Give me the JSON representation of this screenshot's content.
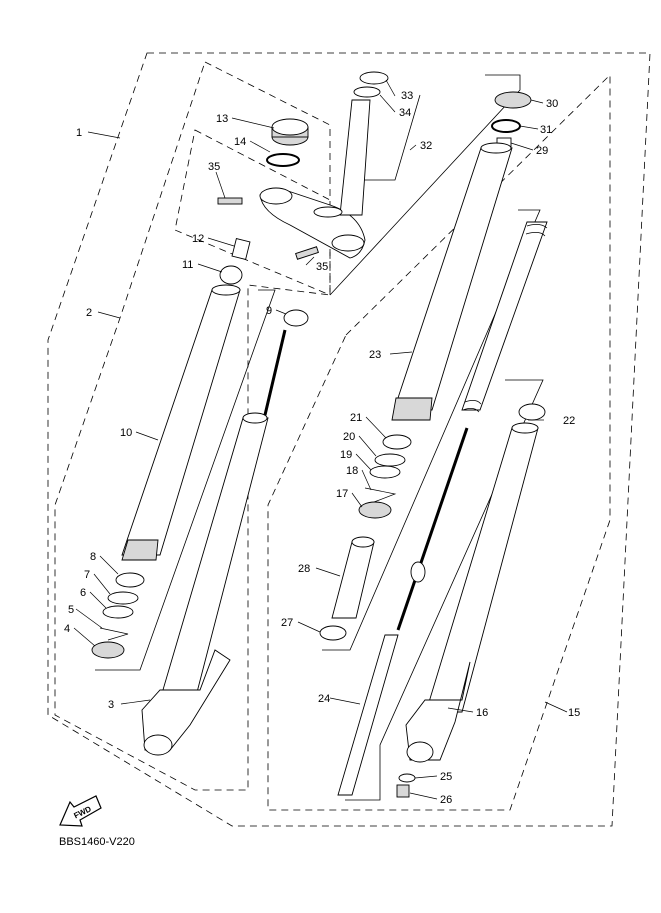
{
  "diagram": {
    "code": "BBS1460-V220",
    "fwd": "FWD",
    "callouts": [
      {
        "id": "c1",
        "text": "1"
      },
      {
        "id": "c2",
        "text": "2"
      },
      {
        "id": "c3",
        "text": "3"
      },
      {
        "id": "c4",
        "text": "4"
      },
      {
        "id": "c5",
        "text": "5"
      },
      {
        "id": "c6",
        "text": "6"
      },
      {
        "id": "c7",
        "text": "7"
      },
      {
        "id": "c8",
        "text": "8"
      },
      {
        "id": "c9",
        "text": "9"
      },
      {
        "id": "c10",
        "text": "10"
      },
      {
        "id": "c11",
        "text": "11"
      },
      {
        "id": "c12",
        "text": "12"
      },
      {
        "id": "c13",
        "text": "13"
      },
      {
        "id": "c14",
        "text": "14"
      },
      {
        "id": "c15",
        "text": "15"
      },
      {
        "id": "c16",
        "text": "16"
      },
      {
        "id": "c17",
        "text": "17"
      },
      {
        "id": "c18",
        "text": "18"
      },
      {
        "id": "c19",
        "text": "19"
      },
      {
        "id": "c20",
        "text": "20"
      },
      {
        "id": "c21",
        "text": "21"
      },
      {
        "id": "c22",
        "text": "22"
      },
      {
        "id": "c23",
        "text": "23"
      },
      {
        "id": "c24",
        "text": "24"
      },
      {
        "id": "c25",
        "text": "25"
      },
      {
        "id": "c26",
        "text": "26"
      },
      {
        "id": "c27",
        "text": "27"
      },
      {
        "id": "c28",
        "text": "28"
      },
      {
        "id": "c29",
        "text": "29"
      },
      {
        "id": "c30",
        "text": "30"
      },
      {
        "id": "c31",
        "text": "31"
      },
      {
        "id": "c32",
        "text": "32"
      },
      {
        "id": "c33",
        "text": "33"
      },
      {
        "id": "c34",
        "text": "34"
      },
      {
        "id": "c35a",
        "text": "35"
      },
      {
        "id": "c35b",
        "text": "35"
      }
    ]
  }
}
